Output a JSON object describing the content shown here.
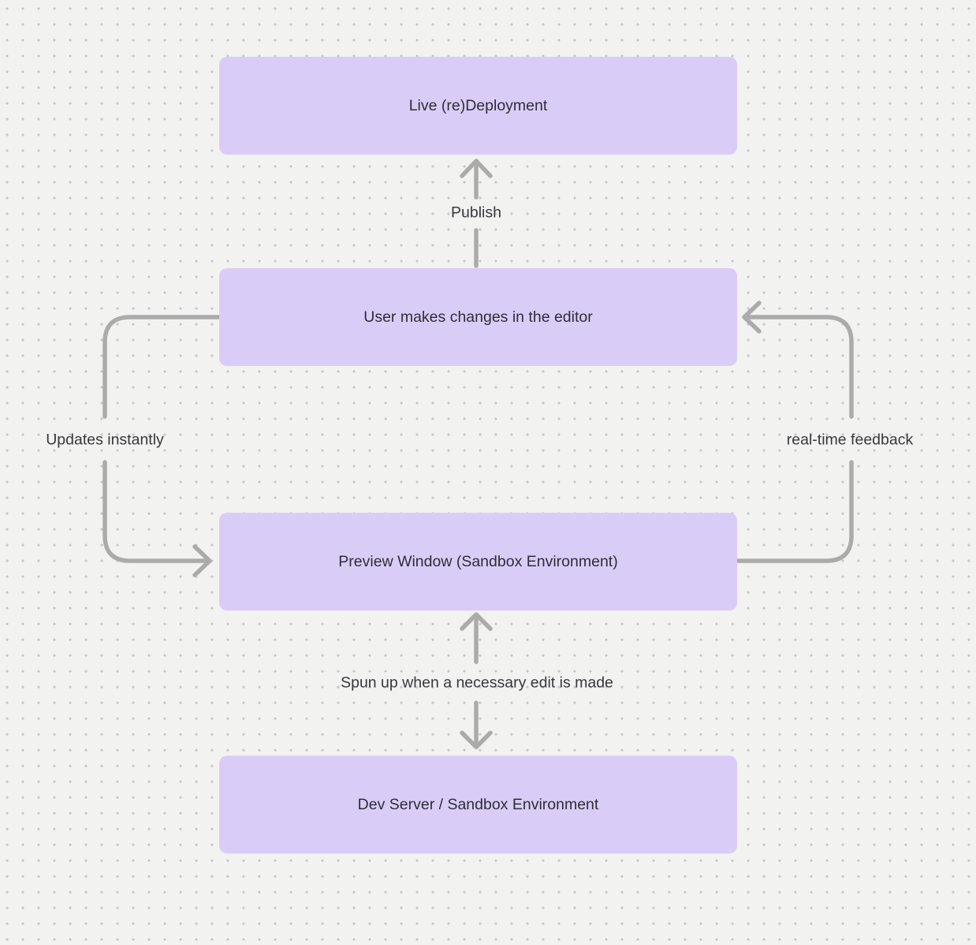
{
  "canvas": {
    "background_color": "#f2f2f1",
    "dot_color": "#c7c7c7",
    "node_fill_color": "#d9cdf7",
    "node_text_color": "#2e2e36",
    "arrow_color": "#ababab",
    "edge_label_color": "#38383d"
  },
  "nodes": [
    {
      "id": "live-redeployment",
      "label": "Live (re)Deployment"
    },
    {
      "id": "user-editor",
      "label": "User makes changes in the editor"
    },
    {
      "id": "preview-window",
      "label": "Preview Window (Sandbox Environment)"
    },
    {
      "id": "dev-server",
      "label": "Dev Server / Sandbox Environment"
    }
  ],
  "edges": [
    {
      "id": "publish",
      "label": "Publish",
      "from": "user-editor",
      "to": "live-redeployment",
      "direction": "up"
    },
    {
      "id": "updates-instantly",
      "label": "Updates instantly",
      "from": "user-editor",
      "to": "preview-window",
      "direction": "left-loop-down"
    },
    {
      "id": "real-time-feedback",
      "label": "real-time feedback",
      "from": "preview-window",
      "to": "user-editor",
      "direction": "right-loop-up"
    },
    {
      "id": "spun-up",
      "label": "Spun up when a necessary edit is made",
      "from": "preview-window",
      "to": "dev-server",
      "bidirectional": true
    }
  ]
}
